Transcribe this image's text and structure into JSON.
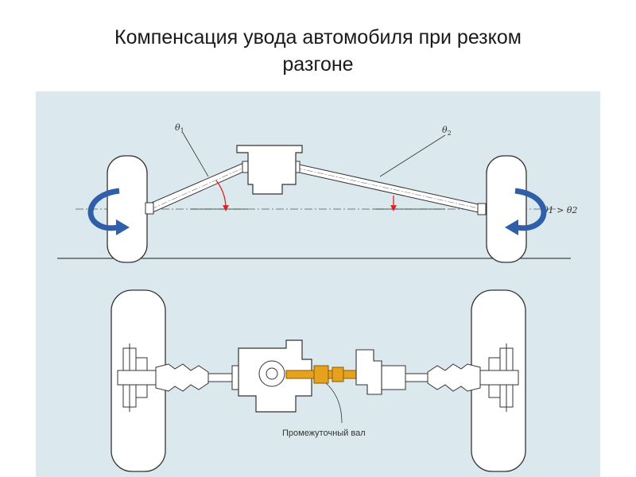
{
  "slide": {
    "title_line1": "Компенсация увода автомобиля при резком",
    "title_line2": "разгоне"
  },
  "diagram": {
    "theta1_symbol": "θ",
    "theta1_sub": "1",
    "theta2_symbol": "θ",
    "theta2_sub": "2",
    "relation": "θ1 > θ2",
    "shaft_label": "Промежуточный вал"
  },
  "colors": {
    "background": "#dbe9ef",
    "arrow": "#2f5fa8",
    "angle_marker": "#e02020",
    "shaft": "#e6a21c"
  },
  "icons": [
    "rotation-arrow-icon",
    "angle-arrow-icon"
  ]
}
